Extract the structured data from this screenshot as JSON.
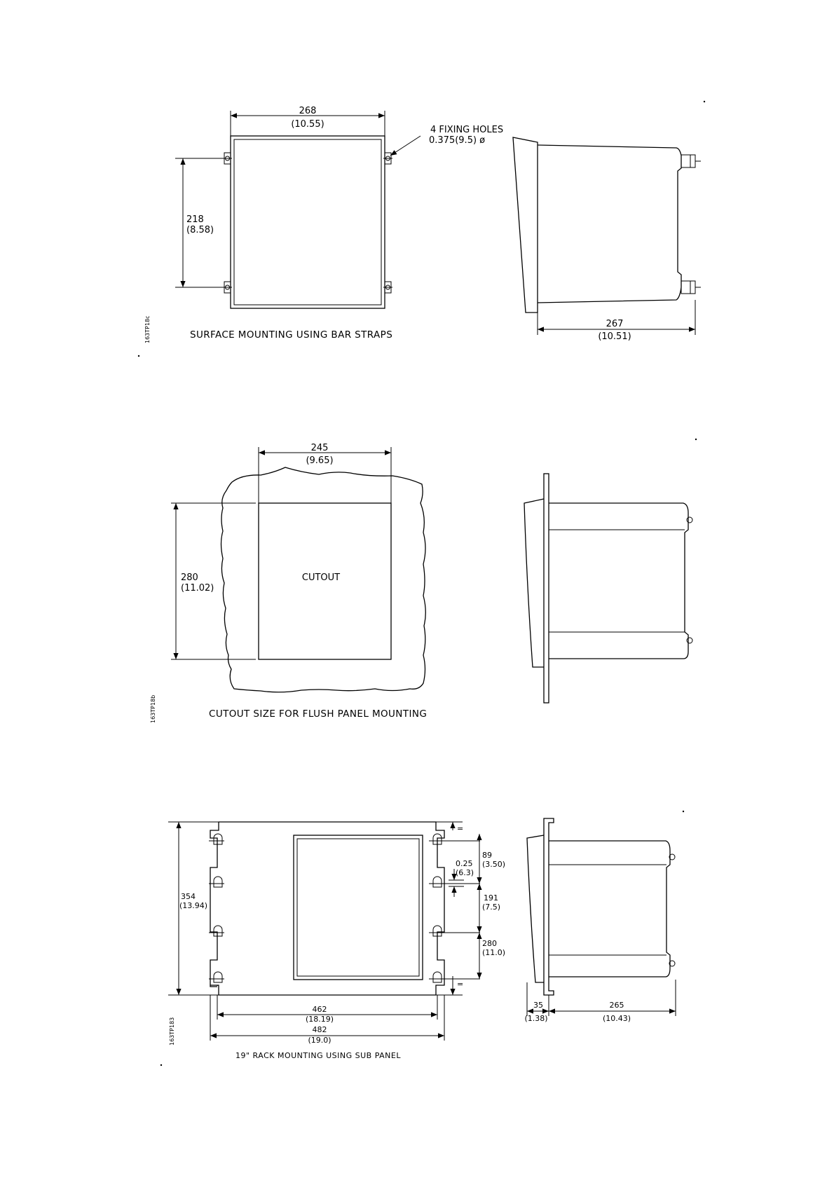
{
  "figure1": {
    "width_mm": "268",
    "width_in": "(10.55)",
    "height_mm": "218",
    "height_in": "(8.58)",
    "holes_line1": "4 FIXING HOLES",
    "holes_line2": "0.375(9.5) ø",
    "depth_mm": "267",
    "depth_in": "(10.51)",
    "caption": "SURFACE MOUNTING USING BAR STRAPS",
    "ref": "163TP18c"
  },
  "figure2": {
    "width_mm": "245",
    "width_in": "(9.65)",
    "height_mm": "280",
    "height_in": "(11.02)",
    "cutout_label": "CUTOUT",
    "caption": "CUTOUT SIZE FOR FLUSH PANEL MOUNTING",
    "ref": "163TP18b"
  },
  "figure3": {
    "height_mm": "354",
    "height_in": "(13.94)",
    "eq_top": "=",
    "eq_bottom": "=",
    "d89_mm": "89",
    "d89_in": "(3.50)",
    "d025_a": "0.25",
    "d025_b": "(6.3)",
    "d191_mm": "191",
    "d191_in": "(7.5)",
    "d280_mm": "280",
    "d280_in": "(11.0)",
    "w462_mm": "462",
    "w462_in": "(18.19)",
    "w482_mm": "482",
    "w482_in": "(19.0)",
    "d35_mm": "35",
    "d35_in": "(1.38)",
    "d265_mm": "265",
    "d265_in": "(10.43)",
    "caption": "19\" RACK MOUNTING USING SUB PANEL",
    "ref": "163TP183"
  }
}
